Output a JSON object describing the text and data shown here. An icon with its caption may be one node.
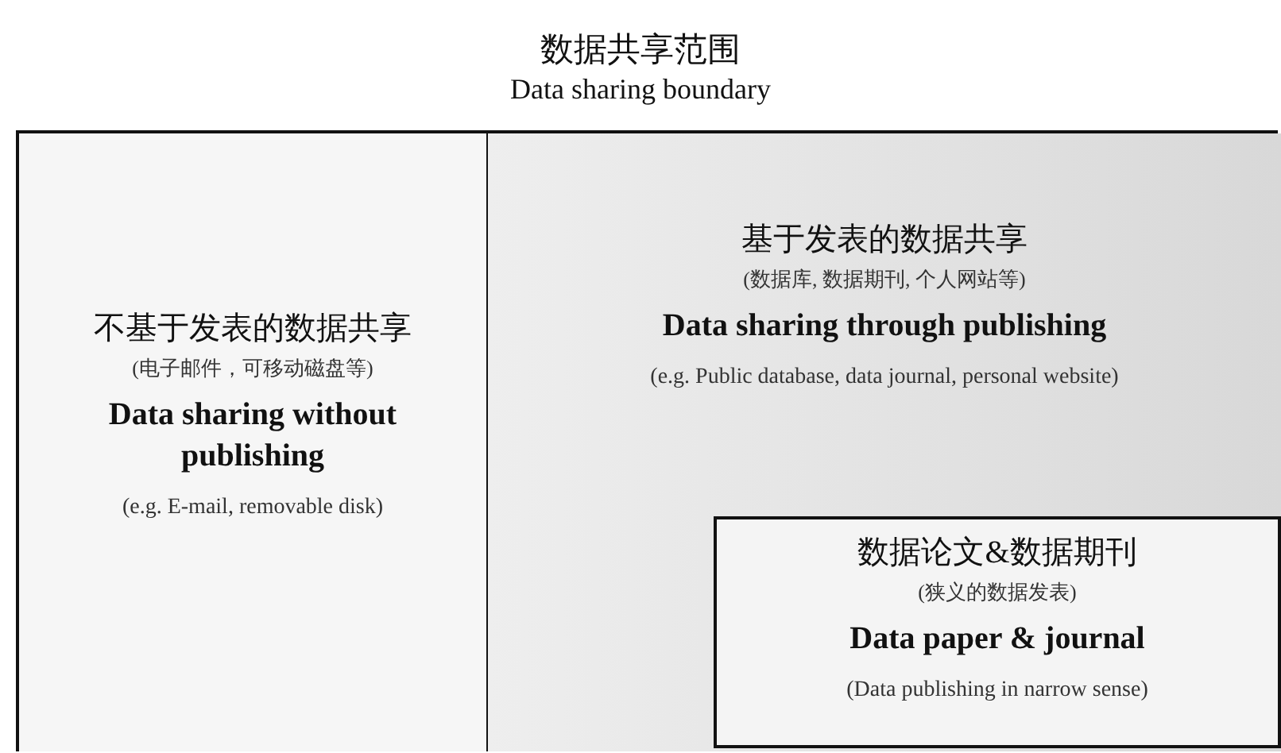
{
  "diagram": {
    "nodes": [
      {
        "text": [
          "数据共享范围",
          "Data sharing boundary"
        ]
      },
      {
        "text": [
          "不基于发表的数据共享",
          "(电子邮件，可移动磁盘等)",
          "Data sharing without publishing",
          "(e.g. E-mail, removable disk)"
        ],
        "in": 0
      },
      {
        "text": [
          "基于发表的数据共享",
          "(数据库, 数据期刊, 个人网站等)",
          "Data sharing through publishing",
          "(e.g. Public database, data journal, personal website)"
        ],
        "in": 0
      },
      {
        "text": [
          "数据论文&数据期刊",
          "(狭义的数据发表)",
          "Data paper & journal",
          "(Data publishing in narrow sense)"
        ],
        "in": 2
      }
    ]
  }
}
